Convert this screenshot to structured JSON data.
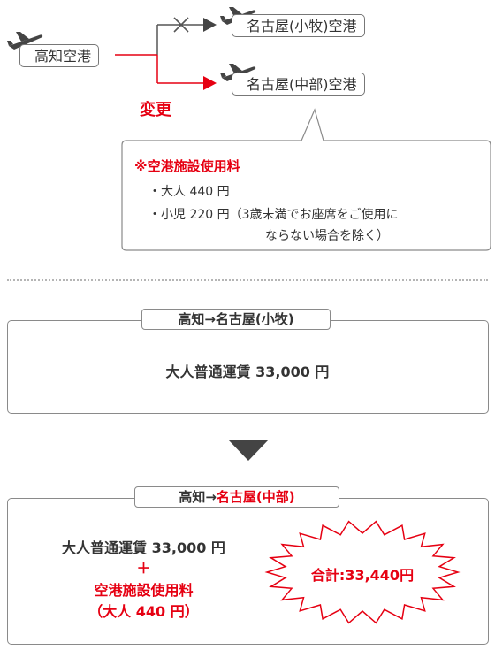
{
  "route_diagram": {
    "origin": "高知空港",
    "dest_old": "名古屋(小牧)空港",
    "dest_new": "名古屋(中部)空港",
    "change_label": "変更"
  },
  "fee_note": {
    "title": "※空港施設使用料",
    "adult": "・大人 440 円",
    "child_line1": "・小児 220 円（3歳未満でお座席をご使用に",
    "child_line2": "ならない場合を除く）"
  },
  "before": {
    "route_prefix": "高知→名古屋(小牧)",
    "fare": "大人普通運賃 33,000 円"
  },
  "after": {
    "route_prefix": "高知→",
    "route_highlight": "名古屋(中部)",
    "fare": "大人普通運賃 33,000 円",
    "plus": "＋",
    "fee_name": "空港施設使用料",
    "fee_detail": "（大人 440 円）",
    "total": "合計:33,440円"
  },
  "colors": {
    "accent_red": "#e60012",
    "border_gray": "#8a8a8a",
    "arrow_dark": "#444444"
  }
}
